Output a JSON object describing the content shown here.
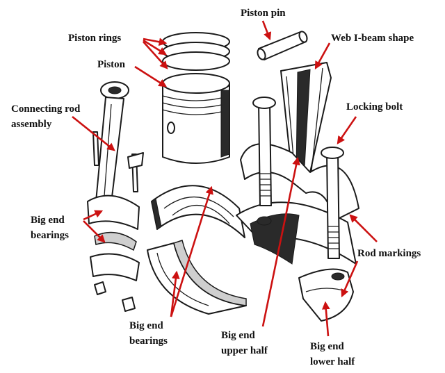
{
  "labels": {
    "piston_pin": "Piston pin",
    "piston_rings": "Piston rings",
    "web_ibeam": "Web I-beam shape",
    "piston": "Piston",
    "connecting_rod_line1": "Connecting rod",
    "connecting_rod_line2": "assembly",
    "locking_bolt": "Locking bolt",
    "big_end_bearings_left_line1": "Big end",
    "big_end_bearings_left_line2": "bearings",
    "rod_markings": "Rod markings",
    "big_end_bearings_bottom_line1": "Big end",
    "big_end_bearings_bottom_line2": "bearings",
    "big_end_upper_line1": "Big end",
    "big_end_upper_line2": "upper half",
    "big_end_lower_line1": "Big end",
    "big_end_lower_line2": "lower half"
  },
  "colors": {
    "arrow": "#cc1111",
    "ink": "#1a1a1a",
    "background": "#ffffff"
  }
}
